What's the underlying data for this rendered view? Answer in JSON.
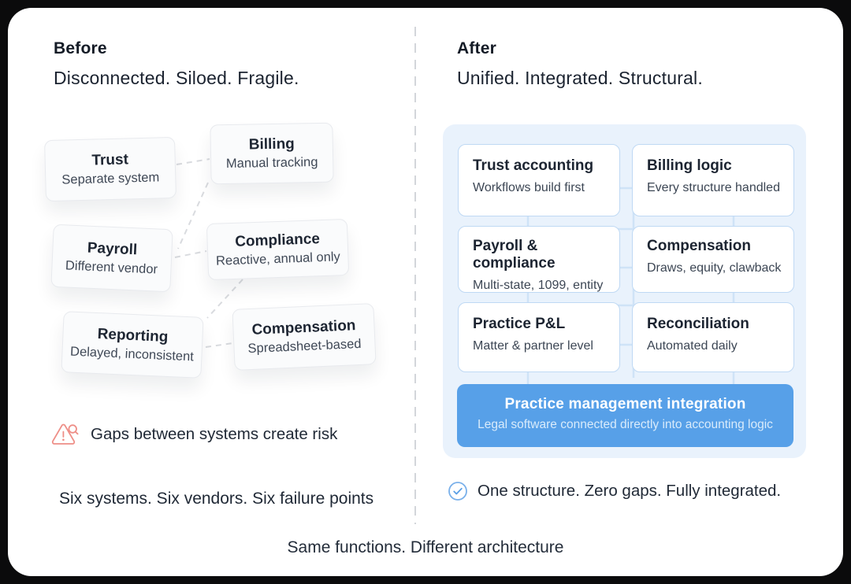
{
  "before": {
    "title": "Before",
    "subtitle": "Disconnected. Siloed. Fragile.",
    "boxes": [
      {
        "title": "Trust",
        "subtitle": "Separate system"
      },
      {
        "title": "Billing",
        "subtitle": "Manual tracking"
      },
      {
        "title": "Payroll",
        "subtitle": "Different vendor"
      },
      {
        "title": "Compliance",
        "subtitle": "Reactive, annual only"
      },
      {
        "title": "Reporting",
        "subtitle": "Delayed, inconsistent"
      },
      {
        "title": "Compensation",
        "subtitle": "Spreadsheet-based"
      }
    ],
    "warning_text": "Gaps between systems create risk",
    "footer": "Six systems. Six vendors. Six failure points"
  },
  "after": {
    "title": "After",
    "subtitle": "Unified. Integrated. Structural.",
    "boxes": [
      {
        "title": "Trust accounting",
        "subtitle": "Workflows build first"
      },
      {
        "title": "Billing logic",
        "subtitle": "Every structure handled"
      },
      {
        "title": "Payroll & compliance",
        "subtitle": "Multi-state, 1099, entity"
      },
      {
        "title": "Compensation",
        "subtitle": "Draws, equity, clawback"
      },
      {
        "title": "Practice P&L",
        "subtitle": "Matter & partner level"
      },
      {
        "title": "Reconciliation",
        "subtitle": "Automated daily"
      }
    ],
    "banner": {
      "title": "Practice management integration",
      "subtitle": "Legal software connected directly into accounting logic"
    },
    "footer": "One structure. Zero gaps. Fully integrated."
  },
  "footer": "Same functions. Different architecture",
  "icons": {
    "warning": "warning-triangle-magnifier",
    "check": "check-circle"
  },
  "colors": {
    "background": "#0b0b0c",
    "card": "#ffffff",
    "accent_blue": "#57a0e8",
    "panel_blue": "#e9f2fc",
    "box_border_blue": "#bfd9f4",
    "connector_blue": "#cfe3f7",
    "warning_red": "#ee8e87",
    "text_dark": "#1b2330"
  }
}
